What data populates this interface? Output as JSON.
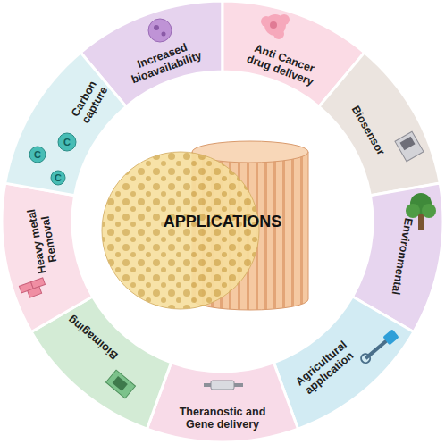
{
  "diagram": {
    "nodes": [
      {
        "text": [
          "APPLICATIONS"
        ]
      },
      {
        "text": [
          "Increased bioavailability"
        ]
      },
      {
        "text": [
          "Anti Cancer drug delivery"
        ]
      },
      {
        "text": [
          "Biosensor"
        ]
      },
      {
        "text": [
          "Environmental"
        ]
      },
      {
        "text": [
          "Agricultural application"
        ]
      },
      {
        "text": [
          "Theranostic and Gene delivery"
        ]
      },
      {
        "text": [
          "Bioimaging"
        ]
      },
      {
        "text": [
          "Heavy metal Removal"
        ]
      },
      {
        "text": [
          "Carbon capture"
        ]
      }
    ],
    "labels": [
      "C",
      "C",
      "C"
    ]
  }
}
